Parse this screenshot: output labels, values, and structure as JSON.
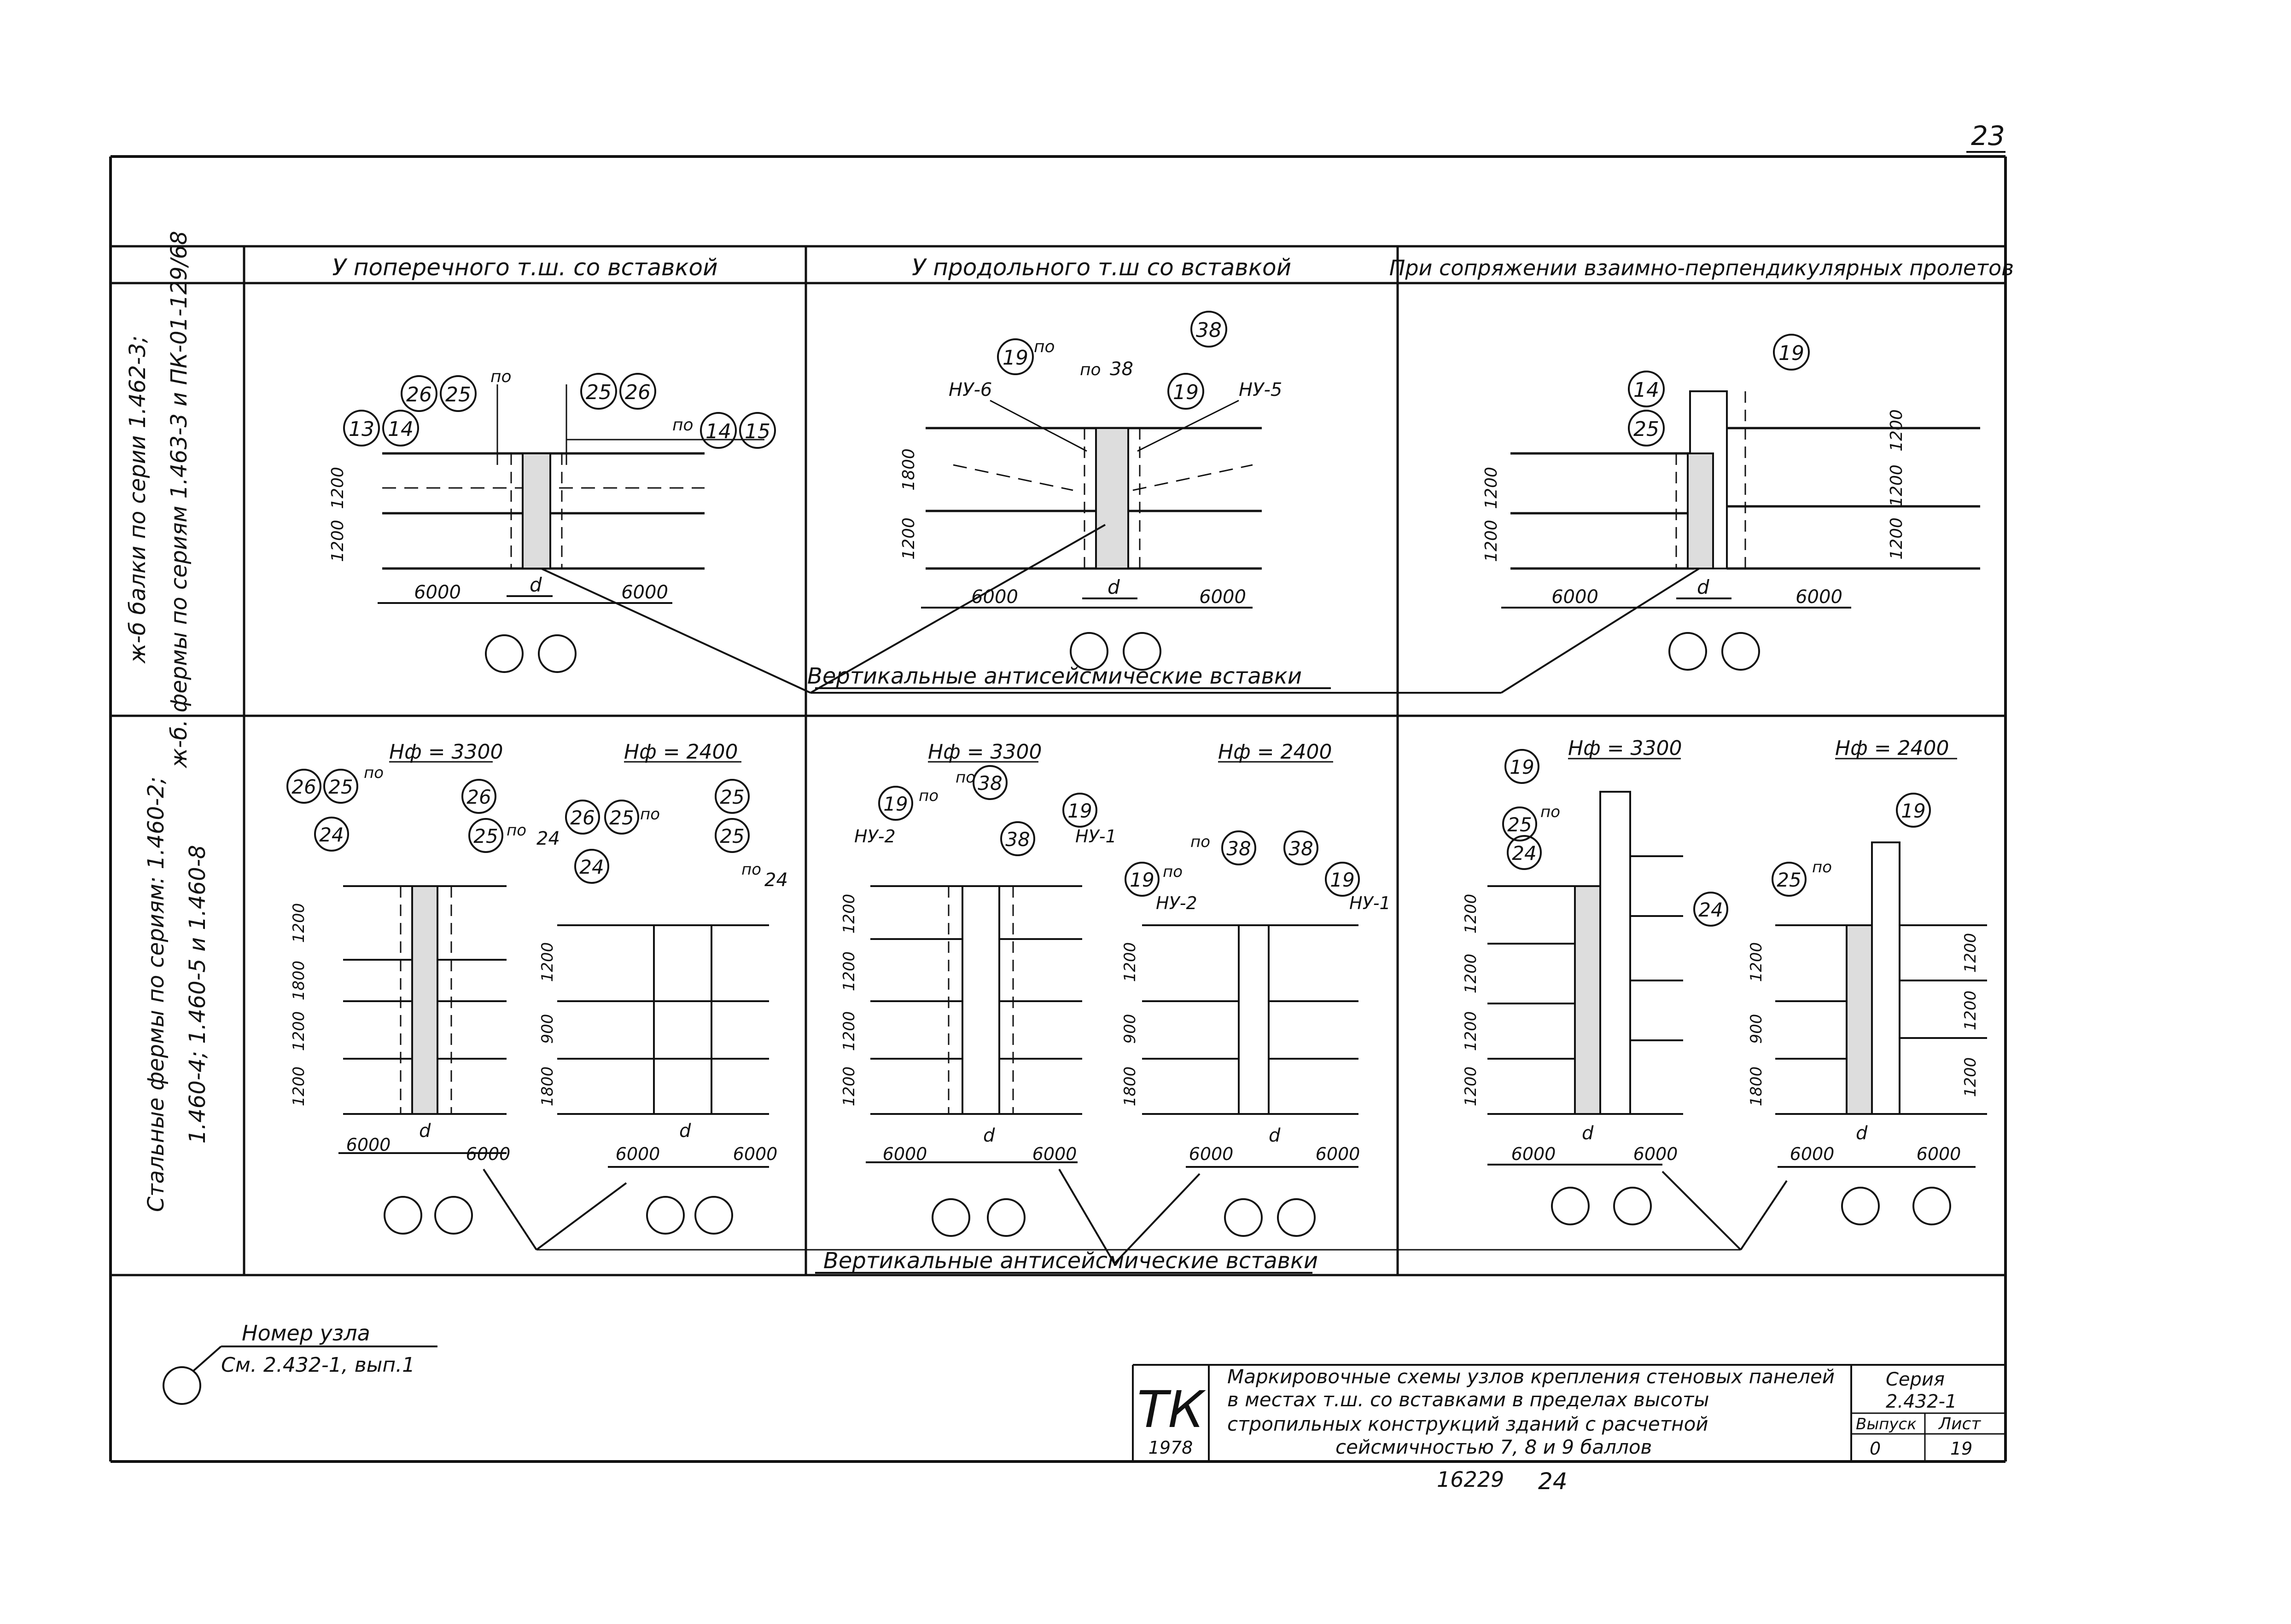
{
  "page_number": "23",
  "columns": [
    "У поперечного т.ш. со вставкой",
    "У продольного т.ш со вставкой",
    "При сопряжении взаимно-перпендикулярных пролетов"
  ],
  "rows": [
    {
      "label_line1": "ж-б балки по серии 1.462-3;",
      "label_line2": "ж-б. фермы по сериям 1.463-3 и ПК-01-129/68"
    },
    {
      "label_line1": "Стальные фермы по сериям: 1.460-2;",
      "label_line2": "1.460-4; 1.460-5 и 1.460-8"
    }
  ],
  "caption_inserts": "Вертикальные антисейсмические вставки",
  "hf": {
    "h3300": "Нф = 3300",
    "h2400": "Нф = 2400"
  },
  "marks": {
    "m13": "13",
    "m14": "14",
    "m15": "15",
    "m19": "19",
    "m24": "24",
    "m25": "25",
    "m26": "26",
    "m38": "38",
    "po": "по",
    "nu6": "НУ-6",
    "nu5": "НУ-5",
    "nu2": "НУ-2",
    "nu1": "НУ-1",
    "d": "d"
  },
  "dims": {
    "d6000": "6000",
    "d1200": "1200",
    "d1800": "1800",
    "d900": "900"
  },
  "legend": {
    "title": "Номер узла",
    "ref": "См. 2.432-1, вып.1"
  },
  "stamp": {
    "logo": "ТК",
    "year": "1978",
    "desc_line1": "Маркировочные схемы узлов крепления стеновых панелей",
    "desc_line2": "в местах т.ш. со вставками в пределах высоты",
    "desc_line3": "стропильных конструкций зданий с расчетной",
    "desc_line4": "сейсмичностью 7, 8 и 9 баллов",
    "series_label": "Серия",
    "series_value": "2.432-1",
    "issue_label": "Выпуск",
    "issue_value": "0",
    "sheet_label": "Лист",
    "sheet_value": "19"
  },
  "footer": {
    "archive_no": "16229",
    "num": "24"
  }
}
